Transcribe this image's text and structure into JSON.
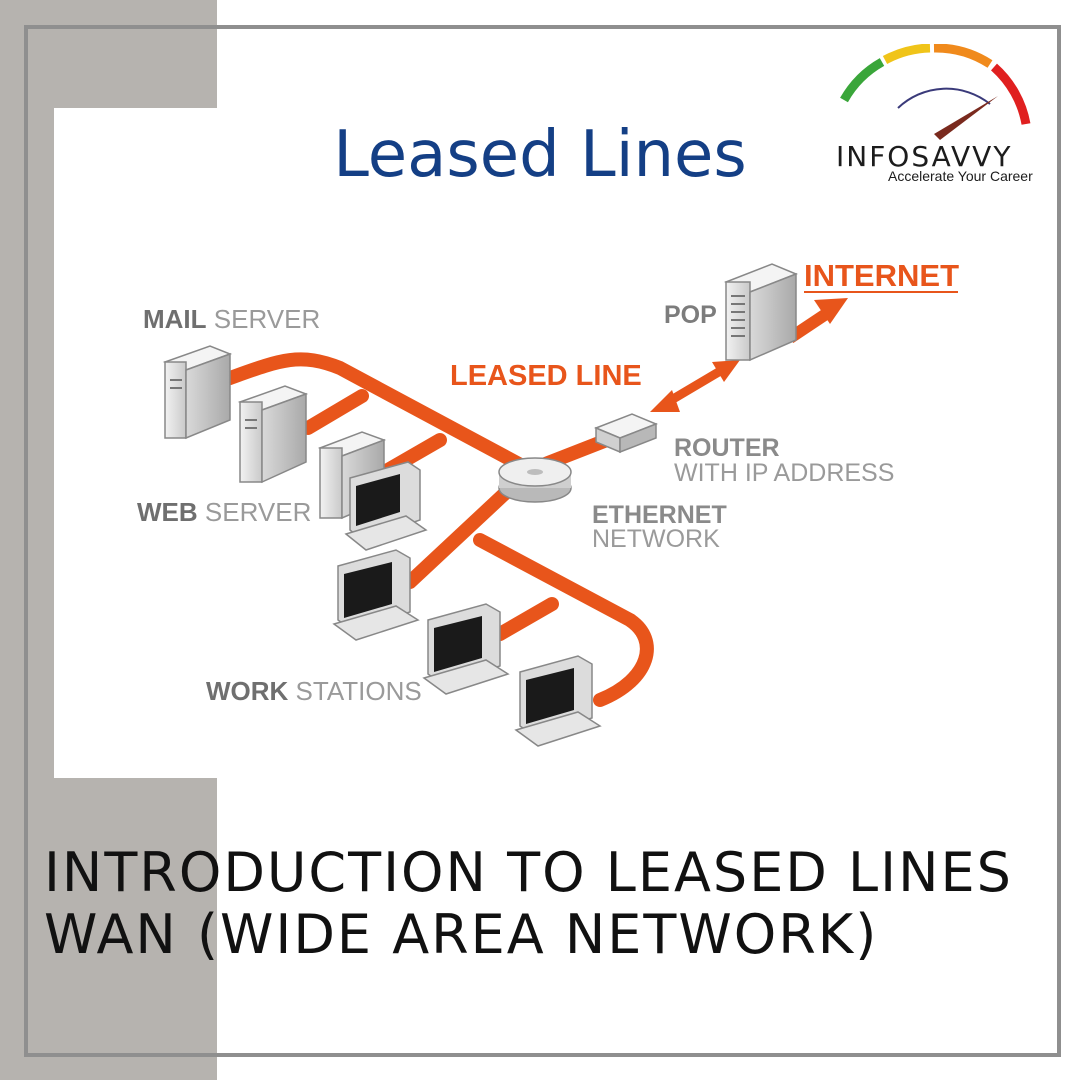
{
  "title": "Leased Lines",
  "logo": {
    "name": "INFOSAVVY",
    "tagline": "Accelerate Your Career"
  },
  "labels": {
    "mail_bold": "MAIL",
    "mail_rest": " SERVER",
    "web_bold": "WEB",
    "web_rest": " SERVER",
    "work_bold": "WORK",
    "work_rest": " STATIONS",
    "leased_line": "LEASED LINE",
    "internet": "INTERNET",
    "pop": "POP",
    "router_1": "ROUTER",
    "router_2": "WITH IP ADDRESS",
    "ethernet_1": "ETHERNET",
    "ethernet_2": "NETWORK"
  },
  "caption": {
    "line1": "INTRODUCTION TO LEASED LINES",
    "line2": "WAN (WIDE AREA NETWORK)"
  },
  "colors": {
    "cable": "#e8551b",
    "title": "#143f85",
    "band": "#b6b3af",
    "frame": "#8f8f8f"
  }
}
